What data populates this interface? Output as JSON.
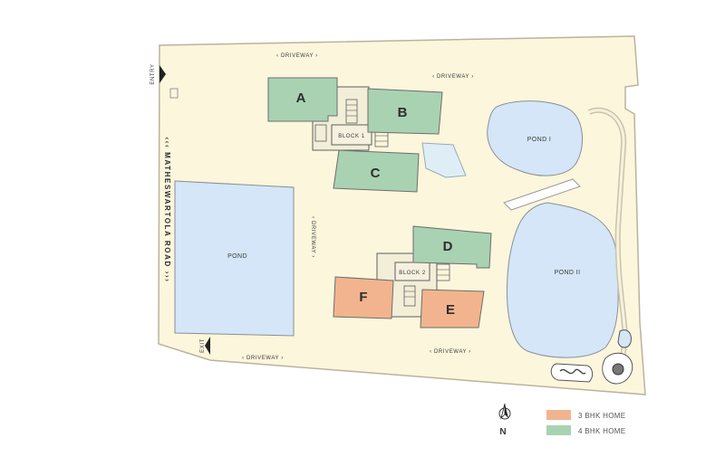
{
  "labels": {
    "driveway_top_left": "‹ DRIVEWAY ›",
    "driveway_top_right": "‹ DRIVEWAY ›",
    "driveway_middle": "‹ DRIVEWAY ›",
    "driveway_bottom_left": "‹ DRIVEWAY ›",
    "driveway_bottom_right": "‹ DRIVEWAY ›",
    "entry": "ENTRY",
    "exit": "EXIT",
    "road": "‹‹‹ MATHESWARTOLA ROAD ›››",
    "pond_left": "POND",
    "pond_1": "POND I",
    "pond_2": "POND II",
    "block_1": "BLOCK 1",
    "block_2": "BLOCK 2",
    "unit_a": "A",
    "unit_b": "B",
    "unit_c": "C",
    "unit_d": "D",
    "unit_e": "E",
    "unit_f": "F",
    "north": "N"
  },
  "legend": [
    {
      "label": "3 BHK HOME",
      "color": "#f2b48f"
    },
    {
      "label": "4 BHK HOME",
      "color": "#a9d2b2"
    }
  ],
  "colors": {
    "site": "#fbf6dc",
    "site_border": "#b9b39d",
    "water": "#d4e6f7",
    "water_border": "#8a8f96",
    "bhk3": "#f2b48f",
    "bhk4": "#a9d2b2",
    "building_outline": "#5e5e5e"
  }
}
